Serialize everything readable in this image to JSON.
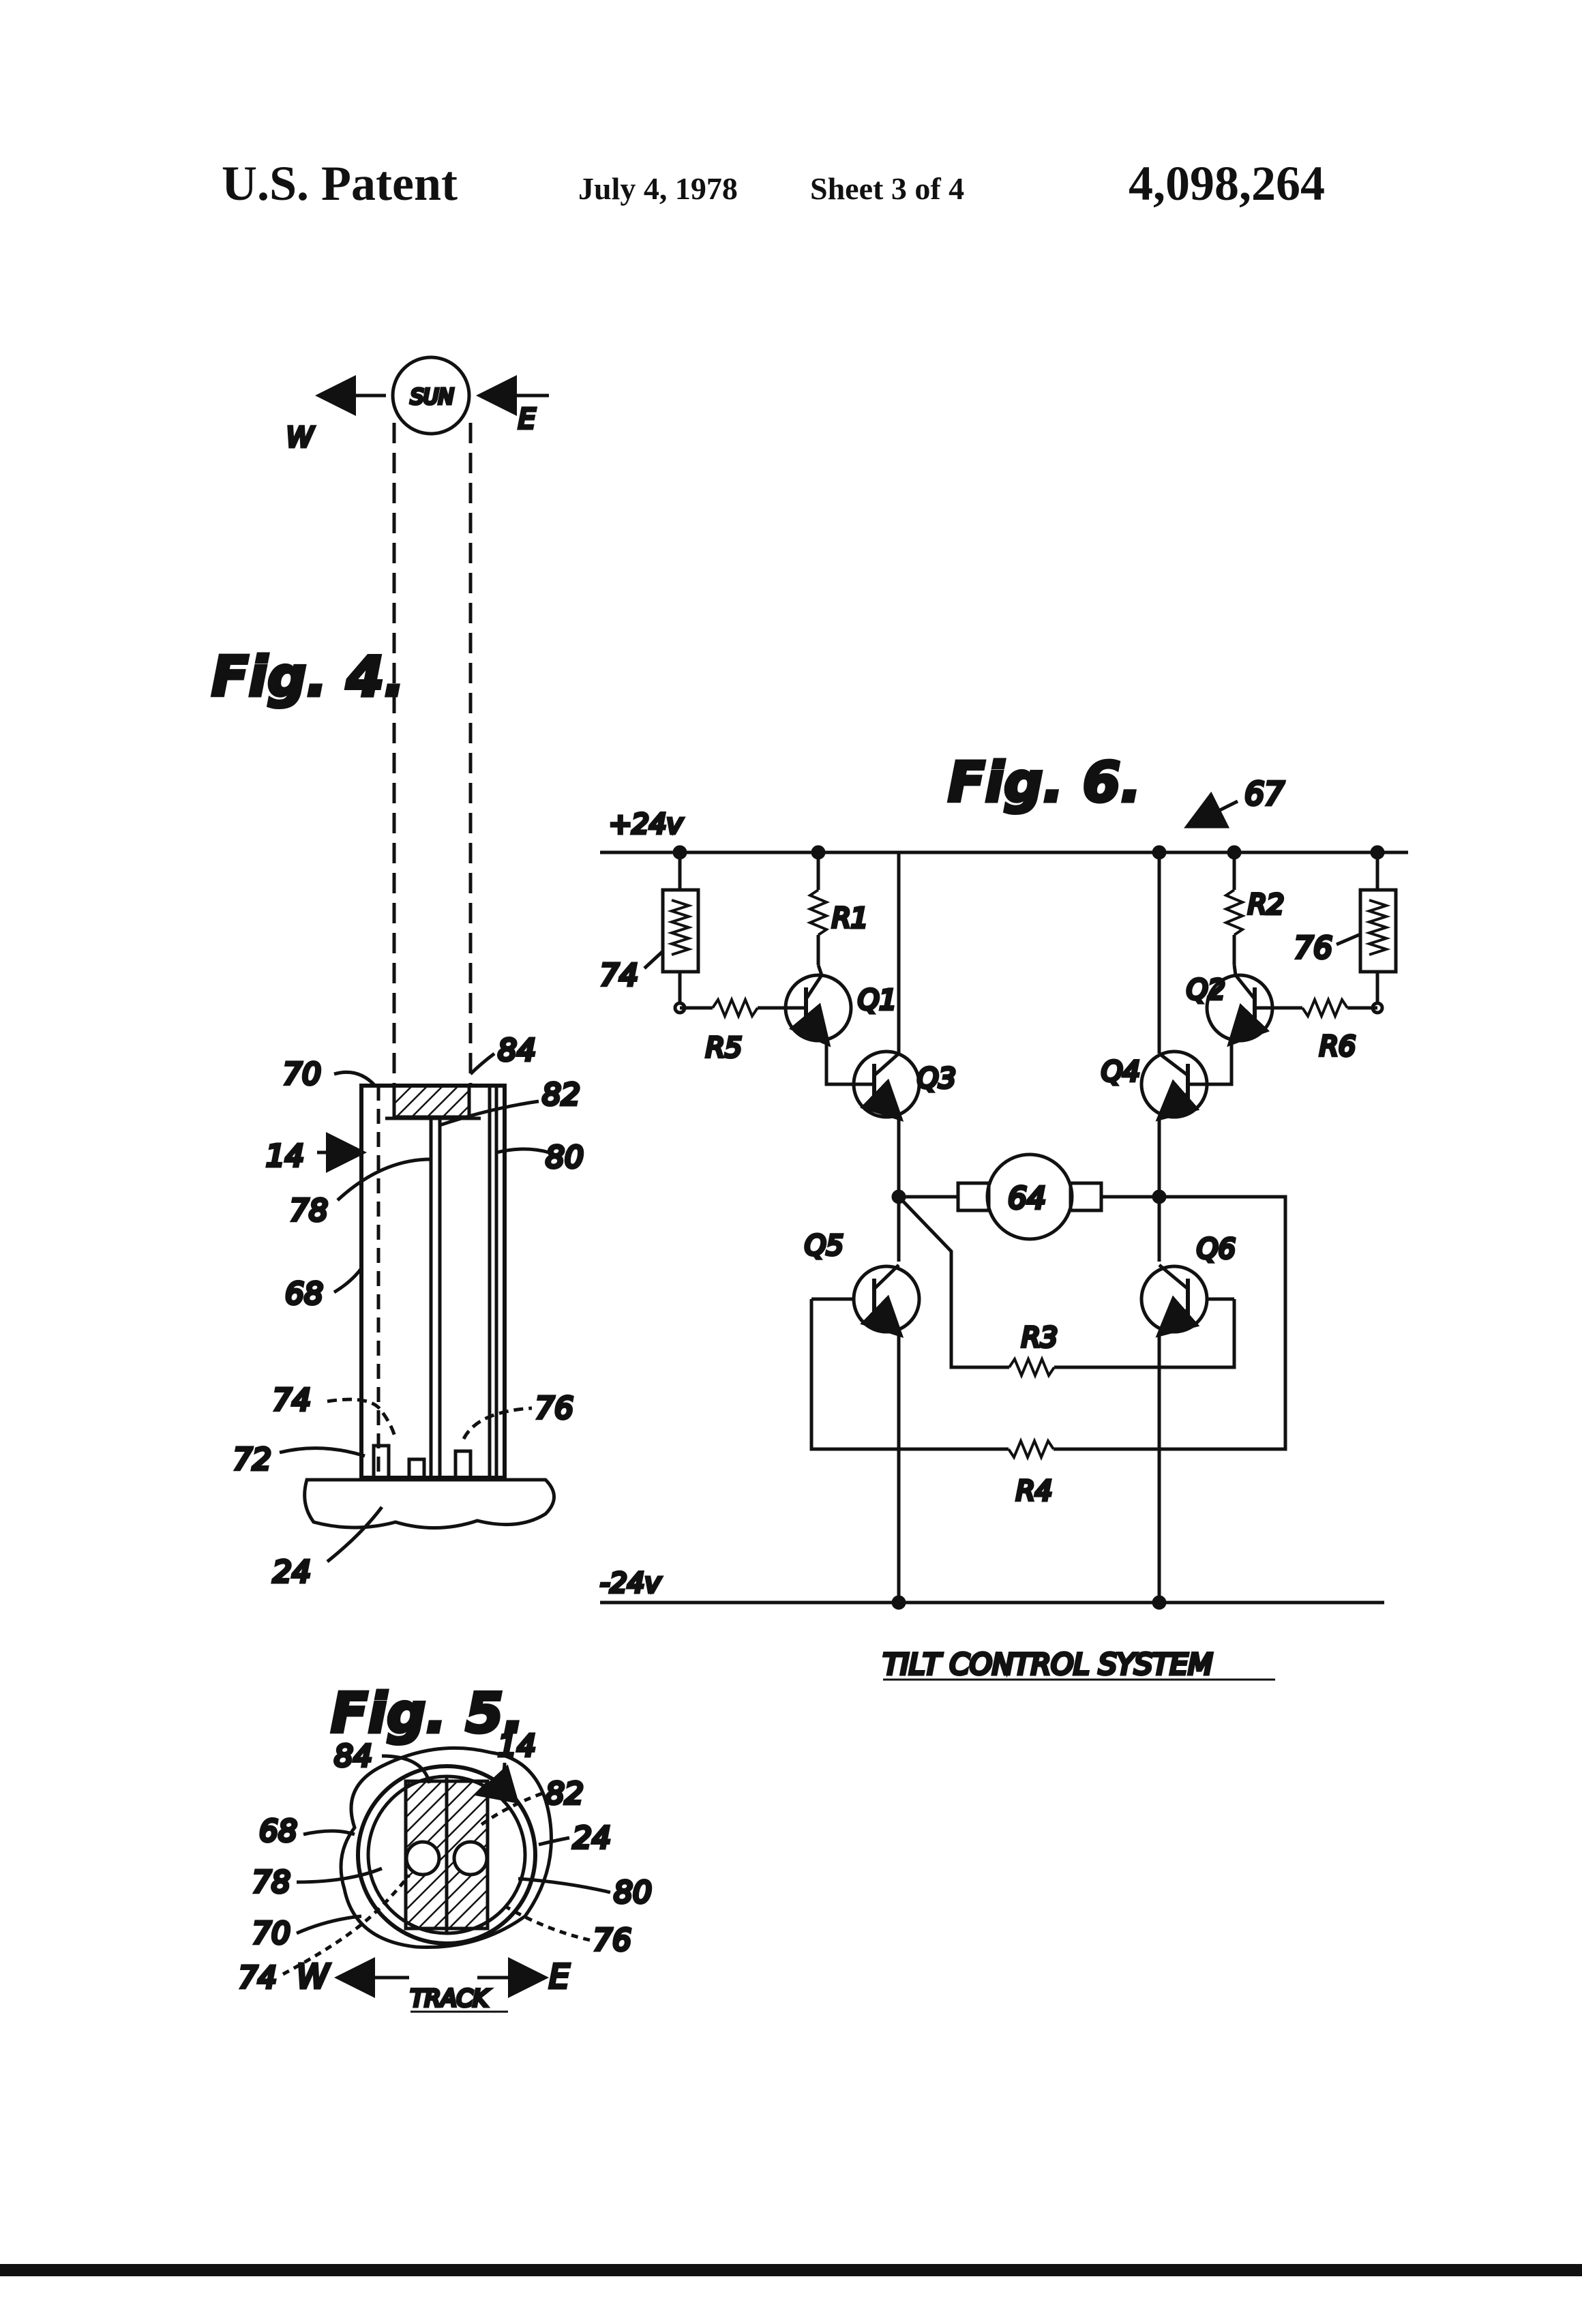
{
  "header": {
    "left": "U.S. Patent",
    "date": "July 4, 1978",
    "sheet": "Sheet 3 of 4",
    "number": "4,098,264"
  },
  "fig4": {
    "title": "Fig. 4.",
    "sun": "SUN",
    "west": "W",
    "east": "E",
    "labels": {
      "l70": "70",
      "l84": "84",
      "l82": "82",
      "l14": "14",
      "l80": "80",
      "l78": "78",
      "l68": "68",
      "l74": "74",
      "l76": "76",
      "l72": "72",
      "l24": "24"
    }
  },
  "fig5": {
    "title": "Fig. 5.",
    "track": "TRACK",
    "west": "W",
    "east": "E",
    "labels": {
      "l84": "84",
      "l14": "14",
      "l82": "82",
      "l68": "68",
      "l24": "24",
      "l78": "78",
      "l80": "80",
      "l70": "70",
      "l76": "76",
      "l74": "74"
    }
  },
  "fig6": {
    "title": "Fig. 6.",
    "ref": "67",
    "caption": "TILT CONTROL SYSTEM",
    "pos_rail": "+24v",
    "neg_rail": "-24v",
    "labels": {
      "r1": "R1",
      "r2": "R2",
      "r3": "R3",
      "r4": "R4",
      "r5": "R5",
      "r6": "R6",
      "q1": "Q1",
      "q2": "Q2",
      "q3": "Q3",
      "q4": "Q4",
      "q5": "Q5",
      "q6": "Q6",
      "motor": "64",
      "l74": "74",
      "l76": "76"
    }
  }
}
